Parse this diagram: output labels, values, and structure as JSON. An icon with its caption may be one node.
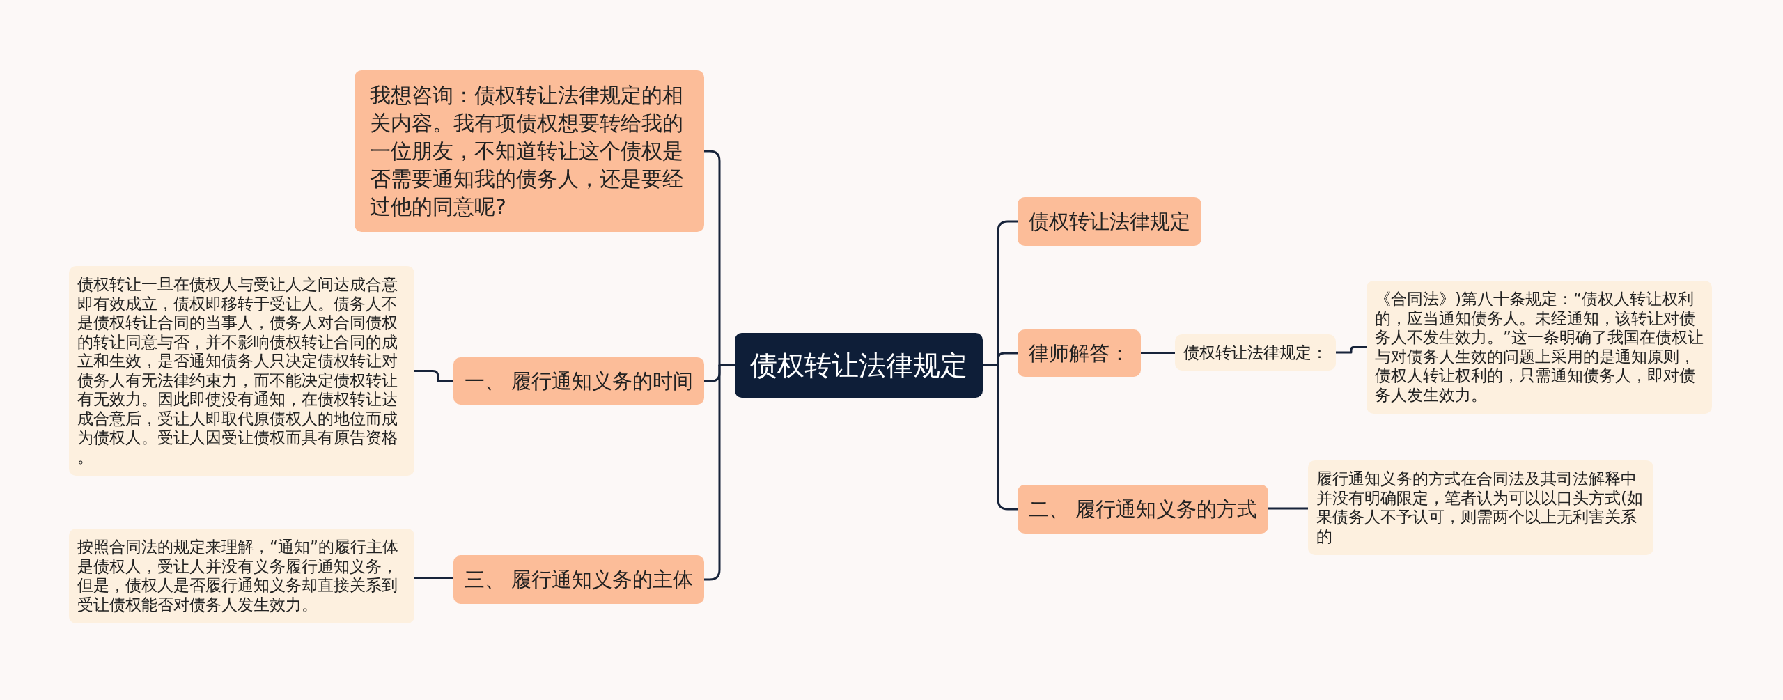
{
  "diagram": {
    "nodes": [
      {
        "text": [
          "债权转让法律规定"
        ]
      },
      {
        "text": [
          "我想咨询：债权转让法律规定的相关内容。我有项债权想要转给我的一位朋友，不知道转让这个债权是否需要通知我的债务人，还是要经过他的同意呢?"
        ]
      },
      {
        "text": [
          "一、 履行通知义务的时间"
        ]
      },
      {
        "text": [
          "债权转让一旦在债权人与受让人之间达成合意即有效成立，债权即移转于受让人。债务人不是债权转让合同的当事人，债务人对合同债权的转让同意与否，并不影响债权转让合同的成立和生效，是否通知债务人只决定债权转让对债务人有无法律约束力，而不能决定债权转让有无效力。因此即使没有通知，在债权转让达成合意后，受让人即取代原债权人的地位而成为债权人。受让人因受让债权而具有原告资格。"
        ]
      },
      {
        "text": [
          "三、 履行通知义务的主体"
        ]
      },
      {
        "text": [
          "按照合同法的规定来理解，“通知”的履行主体是债权人，受让人并没有义务履行通知义务，但是，债权人是否履行通知义务却直接关系到受让债权能否对债务人发生效力。"
        ]
      },
      {
        "text": [
          "债权转让法律规定"
        ]
      },
      {
        "text": [
          "律师解答："
        ]
      },
      {
        "text": [
          "债权转让法律规定："
        ]
      },
      {
        "text": [
          "《合同法》)第八十条规定：“债权人转让权利的，应当通知债务人。未经通知，该转让对债务人不发生效力。”这一条明确了我国在债权让与对债务人生效的问题上采用的是通知原则，债权人转让权利的，只需通知债务人，即对债务人发生效力。"
        ]
      },
      {
        "text": [
          "二、 履行通知义务的方式"
        ]
      },
      {
        "text": [
          "履行通知义务的方式在合同法及其司法解释中并没有明确限定，笔者认为可以以口头方式(如果债务人不予认可，则需两个以上无利害关系的"
        ]
      }
    ],
    "edges": [
      {
        "from": 0,
        "to": 1,
        "arrow": "none"
      },
      {
        "from": 0,
        "to": 2,
        "arrow": "none"
      },
      {
        "from": 2,
        "to": 3,
        "arrow": "none"
      },
      {
        "from": 0,
        "to": 4,
        "arrow": "none"
      },
      {
        "from": 4,
        "to": 5,
        "arrow": "none"
      },
      {
        "from": 0,
        "to": 6,
        "arrow": "none"
      },
      {
        "from": 0,
        "to": 7,
        "arrow": "none"
      },
      {
        "from": 7,
        "to": 8,
        "arrow": "none"
      },
      {
        "from": 8,
        "to": 9,
        "arrow": "none"
      },
      {
        "from": 0,
        "to": 10,
        "arrow": "none"
      },
      {
        "from": 10,
        "to": 11,
        "arrow": "none"
      }
    ]
  }
}
